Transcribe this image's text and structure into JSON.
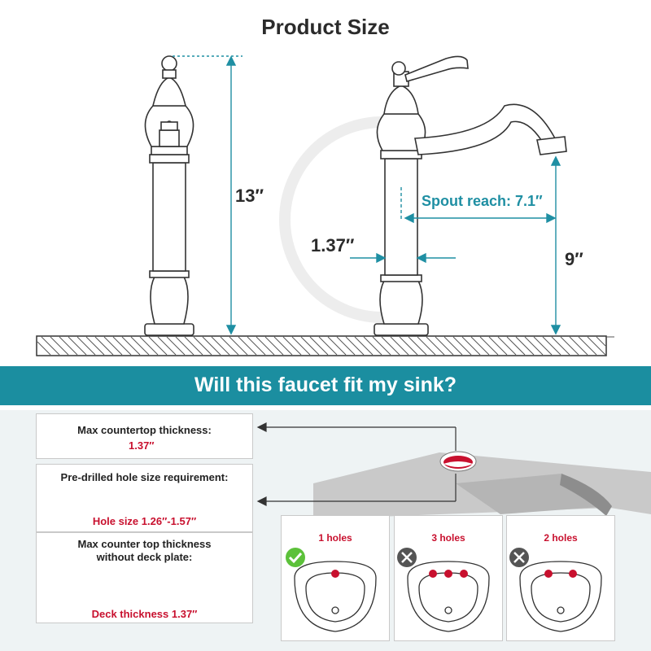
{
  "title": "Product Size",
  "dimensions": {
    "height_total": "13′′",
    "height_spout": "9′′",
    "base_diameter": "1.37′′",
    "spout_reach": "Spout reach: 7.1″"
  },
  "banner": "Will this faucet fit my sink?",
  "cards": {
    "countertop": {
      "title": "Max countertop thickness:",
      "value": "1.37″"
    },
    "hole": {
      "title": "Pre-drilled hole size requirement:",
      "value": "Hole size 1.26″-1.57″"
    },
    "deck": {
      "title_line1": "Max counter top thickness",
      "title_line2": "without deck plate:",
      "value": "Deck thickness 1.37″"
    }
  },
  "sinks": [
    {
      "label": "1 holes",
      "status": "ok"
    },
    {
      "label": "3 holes",
      "status": "no"
    },
    {
      "label": "2 holes",
      "status": "no"
    }
  ],
  "colors": {
    "accent": "#1b8ea0",
    "red": "#c8102e",
    "check": "#5cc13a",
    "cross": "#555555"
  }
}
